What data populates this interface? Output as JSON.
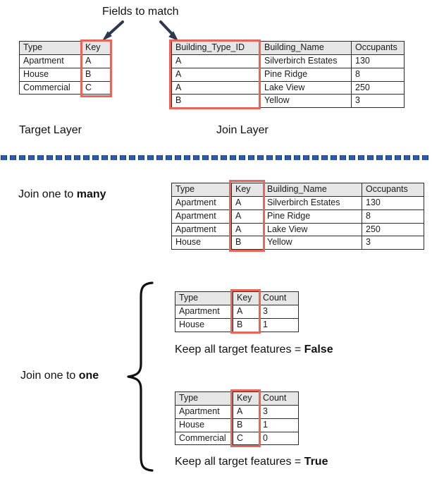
{
  "diagram": {
    "title_annotation": "Fields to match",
    "colors": {
      "highlight": "#e8655a",
      "arrow": "#2d3a4d",
      "divider": "#2a5caa",
      "header_fill": "#e6e6e6",
      "border": "#2b2b2b"
    }
  },
  "target_layer": {
    "caption": "Target Layer",
    "columns": [
      "Type",
      "Key"
    ],
    "rows": [
      [
        "Apartment",
        "A"
      ],
      [
        "House",
        "B"
      ],
      [
        "Commercial",
        "C"
      ]
    ]
  },
  "join_layer": {
    "caption": "Join Layer",
    "columns": [
      "Building_Type_ID",
      "Building_Name",
      "Occupants"
    ],
    "rows": [
      [
        "A",
        "Silverbirch Estates",
        "130"
      ],
      [
        "A",
        "Pine Ridge",
        "8"
      ],
      [
        "A",
        "Lake View",
        "250"
      ],
      [
        "B",
        "Yellow",
        "3"
      ]
    ]
  },
  "one_to_many": {
    "label_prefix": "Join one to ",
    "label_bold": "many",
    "columns": [
      "Type",
      "Key",
      "Building_Name",
      "Occupants"
    ],
    "rows": [
      [
        "Apartment",
        "A",
        "Silverbirch Estates",
        "130"
      ],
      [
        "Apartment",
        "A",
        "Pine Ridge",
        "8"
      ],
      [
        "Apartment",
        "A",
        "Lake View",
        "250"
      ],
      [
        "House",
        "B",
        "Yellow",
        "3"
      ]
    ]
  },
  "one_to_one": {
    "label_prefix": "Join one to ",
    "label_bold": "one",
    "result_false": {
      "columns": [
        "Type",
        "Key",
        "Count"
      ],
      "rows": [
        [
          "Apartment",
          "A",
          "3"
        ],
        [
          "House",
          "B",
          "1"
        ]
      ],
      "caption_prefix": "Keep all target features = ",
      "caption_bold": "False"
    },
    "result_true": {
      "columns": [
        "Type",
        "Key",
        "Count"
      ],
      "rows": [
        [
          "Apartment",
          "A",
          "3"
        ],
        [
          "House",
          "B",
          "1"
        ],
        [
          "Commercial",
          "C",
          "0"
        ]
      ],
      "caption_prefix": "Keep all target features = ",
      "caption_bold": "True"
    }
  }
}
